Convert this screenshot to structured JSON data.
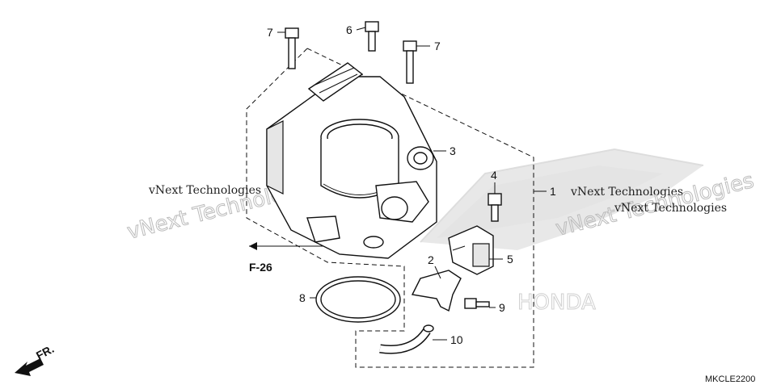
{
  "diagram": {
    "callouts": [
      "1",
      "2",
      "3",
      "4",
      "5",
      "6",
      "7",
      "7",
      "8",
      "9",
      "10"
    ],
    "reference": "F-26",
    "direction_label": "FR.",
    "diagram_code": "MKCLE2200",
    "watermarks": [
      "vNext Technologies",
      "vNext Technologies",
      "vNext Technologies",
      "vNext Technologies",
      "vNext Technologies"
    ],
    "brand_watermark": "HONDA"
  }
}
